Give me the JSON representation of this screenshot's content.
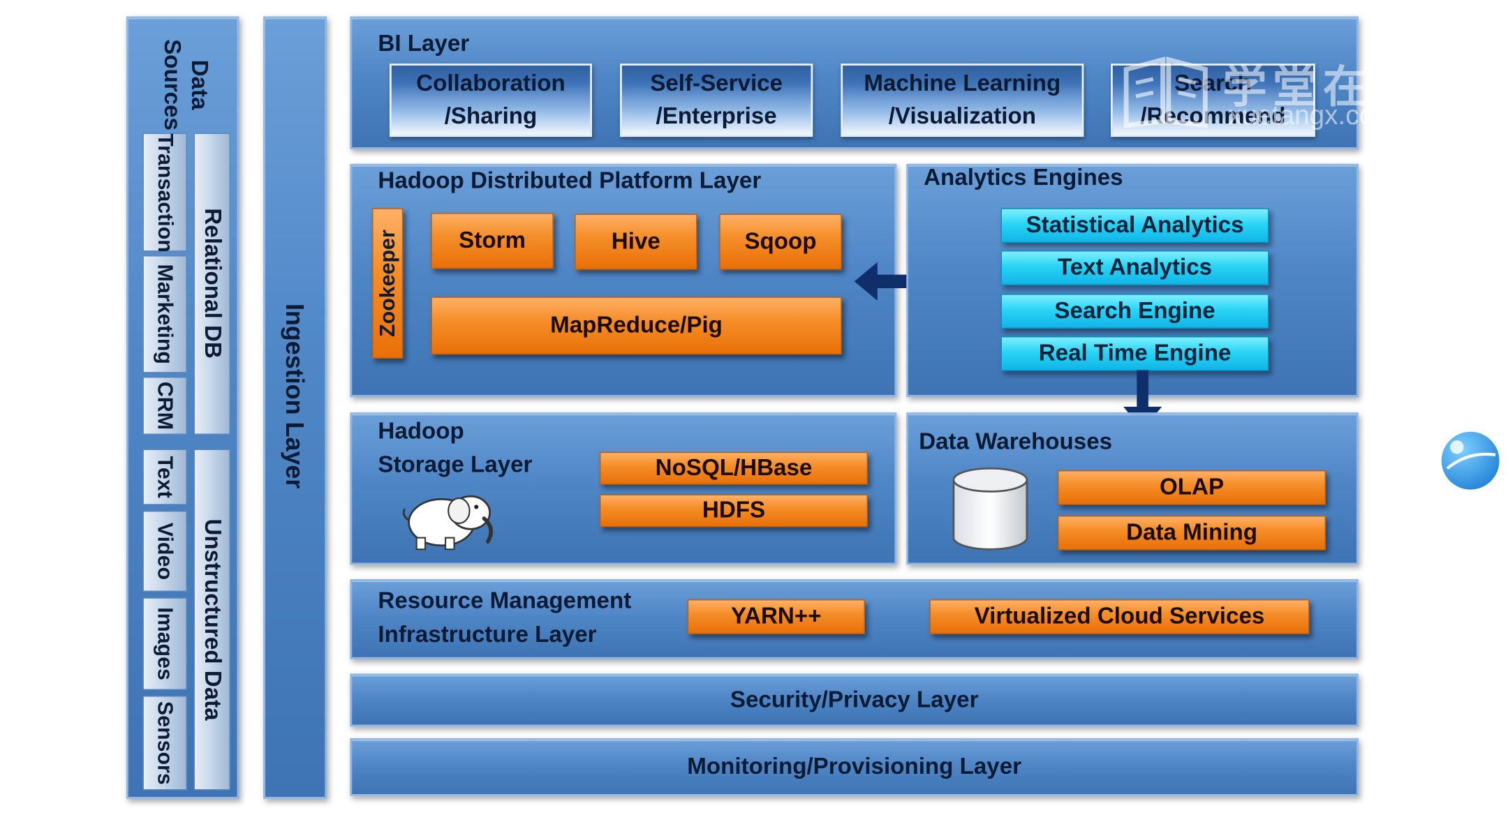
{
  "data_sources": {
    "title": "Data Sources",
    "items": [
      "Transaction",
      "Marketing",
      "CRM",
      "Text",
      "Video",
      "Images",
      "Sensors"
    ],
    "relational_db": "Relational DB",
    "unstructured": "Unstructured Data"
  },
  "ingestion": {
    "label": "Ingestion Layer"
  },
  "bi": {
    "title": "BI Layer",
    "buttons": [
      {
        "line1": "Collaboration",
        "line2": "/Sharing"
      },
      {
        "line1": "Self-Service",
        "line2": "/Enterprise"
      },
      {
        "line1": "Machine Learning",
        "line2": "/Visualization"
      },
      {
        "line1": "Search",
        "line2": "/Recommend"
      }
    ]
  },
  "hadoop_platform": {
    "title": "Hadoop Distributed Platform Layer",
    "zookeeper": "Zookeeper",
    "tools": [
      "Storm",
      "Hive",
      "Sqoop"
    ],
    "mapreduce": "MapReduce/Pig"
  },
  "analytics": {
    "title": "Analytics Engines",
    "engines": [
      "Statistical Analytics",
      "Text Analytics",
      "Search Engine",
      "Real Time Engine"
    ]
  },
  "storage": {
    "title_line1": "Hadoop",
    "title_line2": "Storage Layer",
    "items": [
      "NoSQL/HBase",
      "HDFS"
    ]
  },
  "warehouse": {
    "title": "Data Warehouses",
    "items": [
      "OLAP",
      "Data Mining"
    ]
  },
  "resource": {
    "title_line1": "Resource Management",
    "title_line2": "Infrastructure Layer",
    "items": [
      "YARN++",
      "Virtualized Cloud Services"
    ]
  },
  "security": {
    "label": "Security/Privacy Layer"
  },
  "monitoring": {
    "label": "Monitoring/Provisioning Layer"
  },
  "watermark": {
    "cn": "学堂在线",
    "url": "xuetangx.com"
  },
  "colors": {
    "panel": "#4f86c6",
    "orange": "#f58f2a",
    "cyan": "#2ad4f5",
    "arrow": "#0f2f6b"
  }
}
